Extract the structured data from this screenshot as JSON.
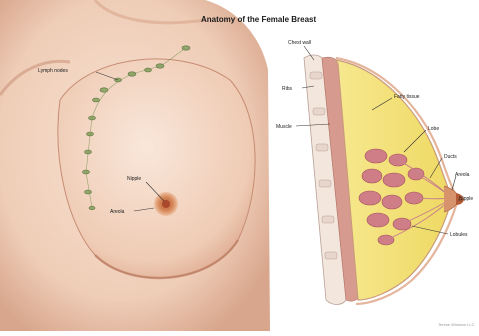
{
  "title": "Anatomy of the Female Breast",
  "labels": {
    "lymph_nodes": "Lymph nodes",
    "nipple_left": "Nipple",
    "areola_left": "Areola",
    "chest_wall": "Chest wall",
    "ribs": "Ribs",
    "muscle": "Muscle",
    "fatty_tissue": "Fatty tissue",
    "lobe": "Lobe",
    "ducts": "Ducts",
    "areola_right": "Areola",
    "nipple_right": "Nipple",
    "lobules": "Lobules"
  },
  "credit": "Terese Winslow LLC",
  "colors": {
    "skin": "#f2d3be",
    "skin_shadow": "#d9ab93",
    "fat": "#f3e27a",
    "lobule": "#cf7d86",
    "muscle": "#d79a8f",
    "lymph": "#93a86a",
    "background": "#ffffff"
  }
}
